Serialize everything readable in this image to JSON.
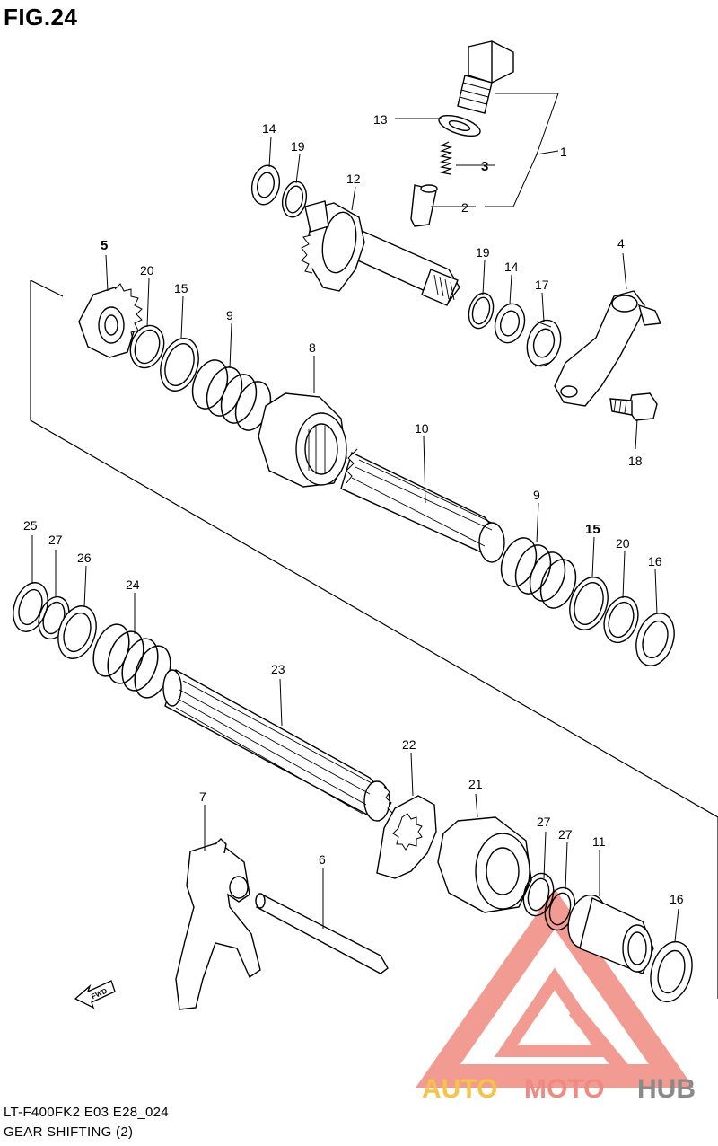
{
  "figure_title": "FIG.24",
  "footer": {
    "model_code": "LT-F400FK2 E03 E28_024",
    "section_name": "GEAR SHIFTING (2)"
  },
  "fwd_label": "FWD",
  "watermark": {
    "text_part1": "AUTO",
    "text_part2": "MOTO",
    "text_part3": "HUB",
    "color_part1": "#f5c24a",
    "color_part2": "#f08a80",
    "color_part3": "#8a8a8a",
    "logo_icon": "triangle-a-logo-icon"
  },
  "callouts": [
    {
      "id": "c1",
      "label": "1"
    },
    {
      "id": "c2",
      "label": "2"
    },
    {
      "id": "c3",
      "label": "3"
    },
    {
      "id": "c4",
      "label": "4"
    },
    {
      "id": "c5",
      "label": "5"
    },
    {
      "id": "c6",
      "label": "6"
    },
    {
      "id": "c7",
      "label": "7"
    },
    {
      "id": "c8",
      "label": "8"
    },
    {
      "id": "c9a",
      "label": "9"
    },
    {
      "id": "c9b",
      "label": "9"
    },
    {
      "id": "c10",
      "label": "10"
    },
    {
      "id": "c11",
      "label": "11"
    },
    {
      "id": "c12",
      "label": "12"
    },
    {
      "id": "c13",
      "label": "13"
    },
    {
      "id": "c14a",
      "label": "14"
    },
    {
      "id": "c14b",
      "label": "14"
    },
    {
      "id": "c15a",
      "label": "15"
    },
    {
      "id": "c15b",
      "label": "15"
    },
    {
      "id": "c16a",
      "label": "16"
    },
    {
      "id": "c16b",
      "label": "16"
    },
    {
      "id": "c17",
      "label": "17"
    },
    {
      "id": "c18",
      "label": "18"
    },
    {
      "id": "c19a",
      "label": "19"
    },
    {
      "id": "c19b",
      "label": "19"
    },
    {
      "id": "c20a",
      "label": "20"
    },
    {
      "id": "c20b",
      "label": "20"
    },
    {
      "id": "c21",
      "label": "21"
    },
    {
      "id": "c22",
      "label": "22"
    },
    {
      "id": "c23",
      "label": "23"
    },
    {
      "id": "c24",
      "label": "24"
    },
    {
      "id": "c25",
      "label": "25"
    },
    {
      "id": "c26",
      "label": "26"
    },
    {
      "id": "c27a",
      "label": "27"
    },
    {
      "id": "c27b",
      "label": "27"
    },
    {
      "id": "c27c",
      "label": "27"
    }
  ]
}
